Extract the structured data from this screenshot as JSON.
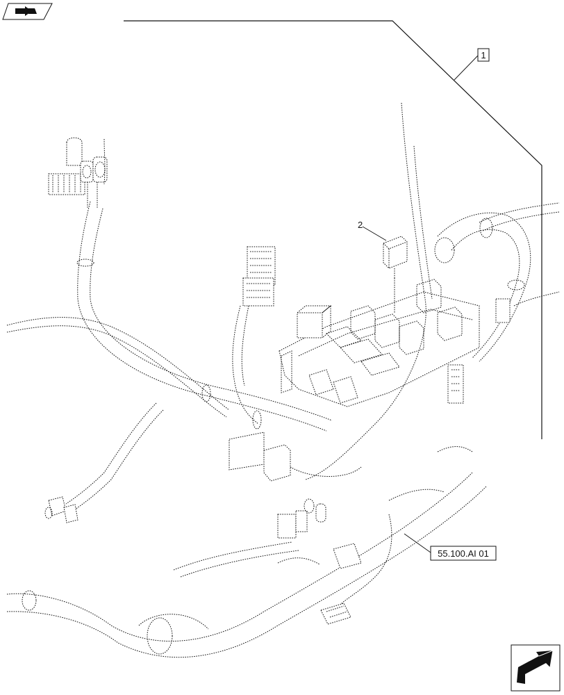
{
  "callouts": {
    "part_1": "1",
    "part_2": "2",
    "reference": "55.100.AI 01"
  },
  "icons": {
    "top_left": "book-with-arrow-icon",
    "bottom_right": "next-page-arrow-icon"
  }
}
